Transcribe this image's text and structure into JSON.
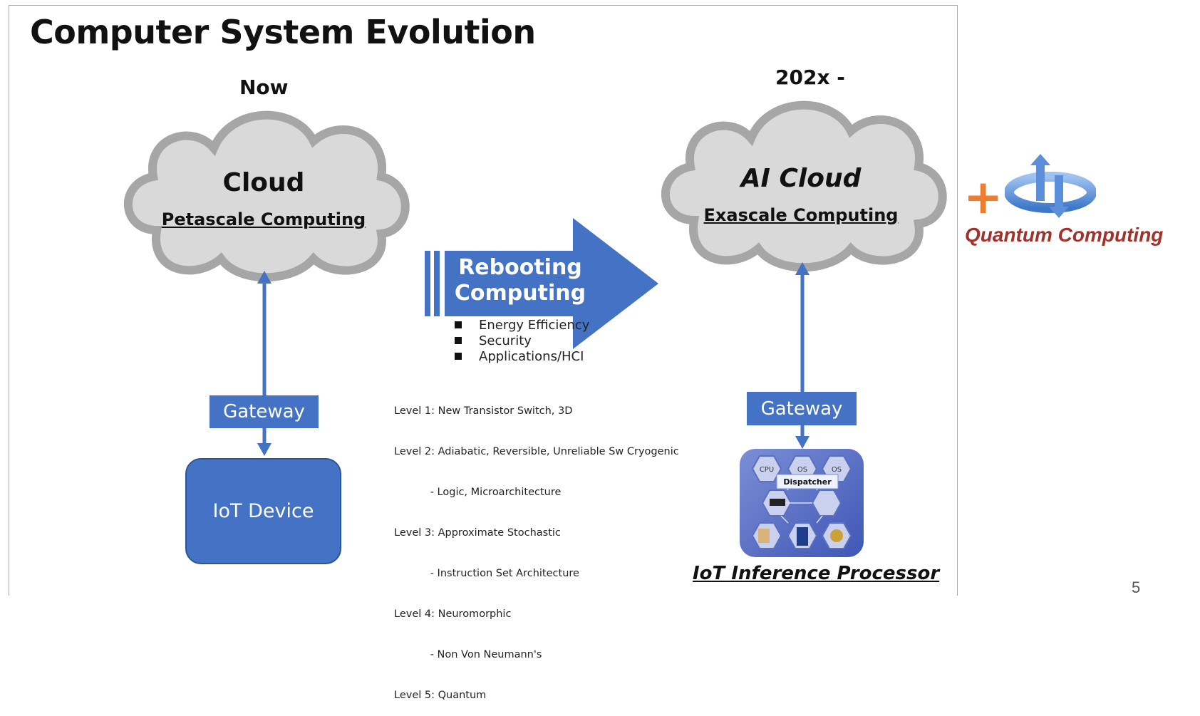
{
  "slide": {
    "title": "Computer System Evolution",
    "page_number": "5"
  },
  "left": {
    "era": "Now",
    "cloud_title": "Cloud",
    "cloud_subtitle": "Petascale Computing",
    "gateway_label": "Gateway",
    "device_label": "IoT Device"
  },
  "middle": {
    "arrow_label_line1": "Rebooting",
    "arrow_label_line2": "Computing",
    "bullets": [
      "Energy Efficiency",
      "Security",
      "Applications/HCI"
    ],
    "levels": [
      "Level 1: New Transistor Switch, 3D",
      "Level 2: Adiabatic, Reversible, Unreliable Sw Cryogenic",
      "           - Logic, Microarchitecture",
      "Level 3: Approximate Stochastic",
      "           - Instruction Set Architecture",
      "Level 4: Neuromorphic",
      "           - Non Von Neumann's",
      "Level 5: Quantum"
    ]
  },
  "right": {
    "era": "202x -",
    "cloud_title": "AI Cloud",
    "cloud_subtitle": "Exascale Computing",
    "gateway_label": "Gateway",
    "processor_label": "IoT Inference Processor",
    "processor_hex_labels": [
      "CPU",
      "OS",
      "OS"
    ],
    "processor_dispatcher": "Dispatcher"
  },
  "quantum": {
    "plus": "+",
    "label": "Quantum Computing"
  },
  "colors": {
    "blue": "#4472c4",
    "cloud_fill": "#d9d9d9",
    "cloud_stroke": "#a6a6a6",
    "quantum_text": "#a0312b",
    "plus": "#ed7d31"
  }
}
